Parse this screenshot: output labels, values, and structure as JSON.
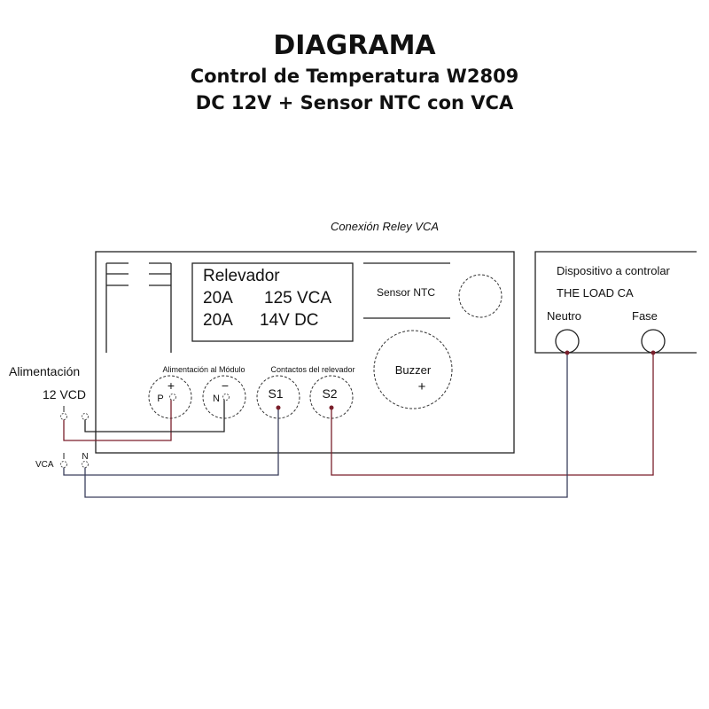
{
  "title": "DIAGRAMA",
  "subtitle1": "Control de Temperatura W2809",
  "subtitle2": "DC 12V + Sensor NTC con VCA",
  "relay_caption": "Conexión Reley  VCA",
  "relevador": {
    "title": "Relevador",
    "line1a": "20A",
    "line1b": "125 VCA",
    "line2a": "20A",
    "line2b": "14V DC"
  },
  "sensor": "Sensor NTC",
  "buzzer": {
    "label": "Buzzer",
    "sign": "+"
  },
  "power": {
    "title": "Alimentación",
    "voltage": "12 VCD",
    "plus": "I"
  },
  "module_power_label": "Alimentación al Módulo",
  "contacts_label": "Contactos del relevador",
  "terminals": {
    "p": "P",
    "p_sign": "+",
    "n": "N",
    "n_sign": "−",
    "s1": "S1",
    "s2": "S2"
  },
  "vca": {
    "label": "VCA",
    "l": "I",
    "n": "N"
  },
  "device": {
    "title": "Dispositivo a controlar",
    "load": "THE LOAD  CA",
    "neutral": "Neutro",
    "phase": "Fase"
  },
  "colors": {
    "red_wire": "#7a1f2b",
    "black_wire": "#222222",
    "blue_wire": "#3a3f5c"
  }
}
